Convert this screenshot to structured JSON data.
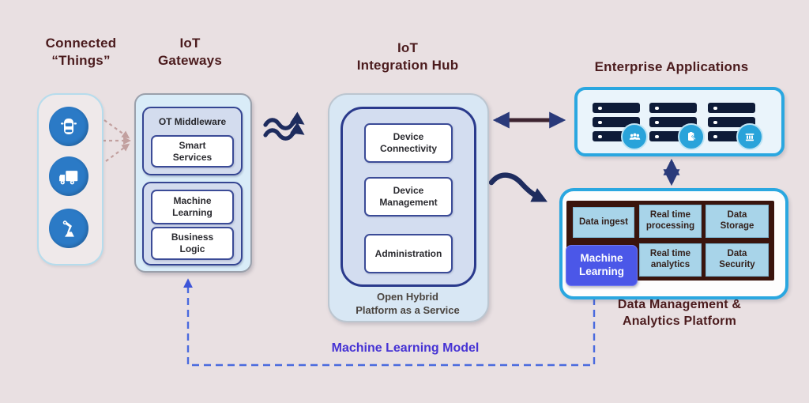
{
  "page_bg": "#e9e0e2",
  "colors": {
    "heading_text": "#4b1b1d",
    "navy_border": "#354592",
    "cyan_border": "#2aa7e0",
    "panel_blue": "#d9ecf8",
    "circle_blue": "#2b7ac6",
    "server_navy": "#0e1b38",
    "badge_blue": "#29a3da",
    "cell_blue": "#a8d4e9",
    "dark_panel": "#3a140d",
    "ml_highlight": "#4b57e8",
    "dashed_blue": "#4a6ade",
    "ml_label_text": "#4633d4"
  },
  "headings": {
    "connected_things": "Connected\n“Things”",
    "iot_gateways": "IoT\nGateways",
    "integration_hub": "IoT\nIntegration Hub",
    "enterprise_apps": "Enterprise Applications",
    "data_platform": "Data Management &\nAnalytics Platform"
  },
  "connected_things": {
    "icons": [
      "car-icon",
      "truck-icon",
      "robot-arm-icon"
    ]
  },
  "gateways": {
    "middleware_label": "OT Middleware",
    "smart_services": "Smart\nServices",
    "machine_learning": "Machine\nLearning",
    "business_logic": "Business\nLogic"
  },
  "integration_hub": {
    "modules": [
      "Device\nConnectivity",
      "Device\nManagement",
      "Administration"
    ],
    "footer": "Open Hybrid\nPlatform as a Service"
  },
  "enterprise": {
    "badge_icons": [
      "users-icon",
      "clipboard-icon",
      "bank-icon"
    ]
  },
  "data_platform": {
    "cells": [
      "Data ingest",
      "Real time\nprocessing",
      "Data\nStorage",
      "Machine\nLearning",
      "Real time\nanalytics",
      "Data\nSecurity"
    ]
  },
  "ml_model_label": "Machine Learning Model"
}
